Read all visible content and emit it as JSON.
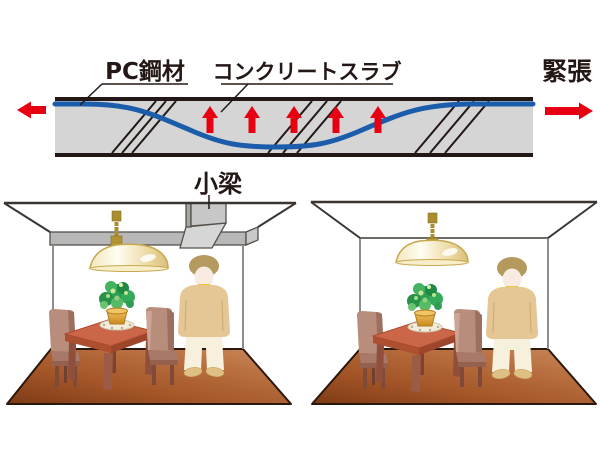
{
  "page": {
    "background": "#ffffff"
  },
  "top_diagram": {
    "label_pc_steel": "PC鋼材",
    "label_concrete_slab": "コンクリートスラブ",
    "label_tension": "緊張",
    "uplift_arrow_count": "5",
    "icons": {
      "tension_arrow_left": "left-tension-arrow",
      "tension_arrow_right": "right-tension-arrow",
      "uplift_arrow": "uplift-arrow"
    },
    "colors": {
      "slab_fill": "#d5d5d6",
      "outline_black": "#231815",
      "tendon_blue": "#1b5dab",
      "arrow_red": "#e60012"
    }
  },
  "rooms": {
    "label_small_beam": "小梁",
    "left_room_has_beam": "true",
    "right_room_has_beam": "false",
    "colors": {
      "beam_gray": "#c7c7c8",
      "beam_side_gray": "#a5a5a6",
      "drop_band_gray": "#b8b8b9",
      "wall_line_gray": "#8d8d8d",
      "floor_dark": "#7e3b16",
      "floor_light": "#c98a5c",
      "table_top": "#cb6748",
      "chair": "#b88d7c",
      "lamp_gold": "#a88c2e",
      "lamp_shade": "#f6ecc4",
      "sweater_tan": "#e5c795",
      "pants_cream": "#f7f0dc",
      "plant_green": "#2f9e52",
      "pot_gold": "#dea33c"
    }
  }
}
